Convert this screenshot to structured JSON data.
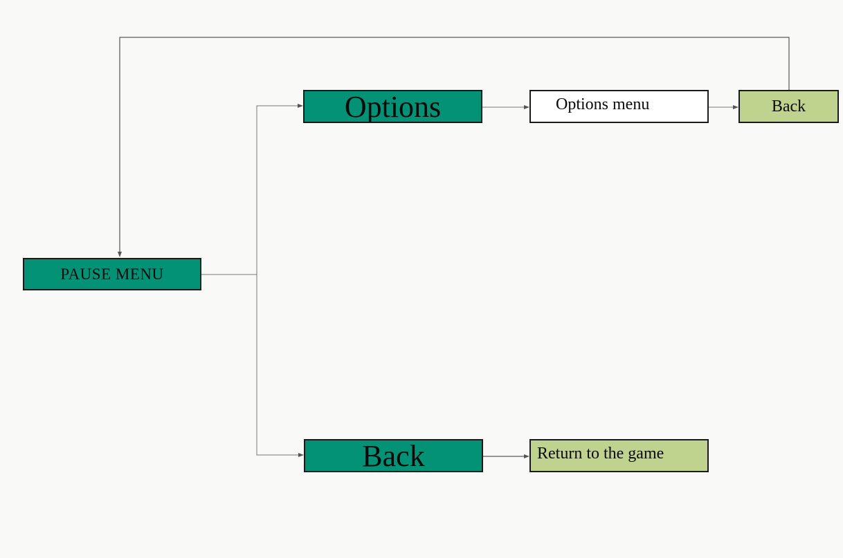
{
  "colors": {
    "background": "#f9f9f7",
    "primary_node": "#039276",
    "secondary_node": "#bfd38e",
    "neutral_node": "#ffffff",
    "border": "#1a1a1a",
    "connector": "#555555"
  },
  "nodes": {
    "pause_menu": {
      "label": "PAUSE MENU",
      "style": "primary"
    },
    "options": {
      "label": "Options",
      "style": "primary"
    },
    "options_menu": {
      "label": "Options menu",
      "style": "neutral"
    },
    "options_back": {
      "label": "Back",
      "style": "secondary"
    },
    "back": {
      "label": "Back",
      "style": "primary"
    },
    "return_to_game": {
      "label": "Return to the game",
      "style": "secondary"
    }
  },
  "edges": [
    {
      "from": "pause_menu",
      "to": "options"
    },
    {
      "from": "pause_menu",
      "to": "back"
    },
    {
      "from": "options",
      "to": "options_menu"
    },
    {
      "from": "options_menu",
      "to": "options_back"
    },
    {
      "from": "options_back",
      "to": "pause_menu"
    },
    {
      "from": "back",
      "to": "return_to_game"
    }
  ]
}
